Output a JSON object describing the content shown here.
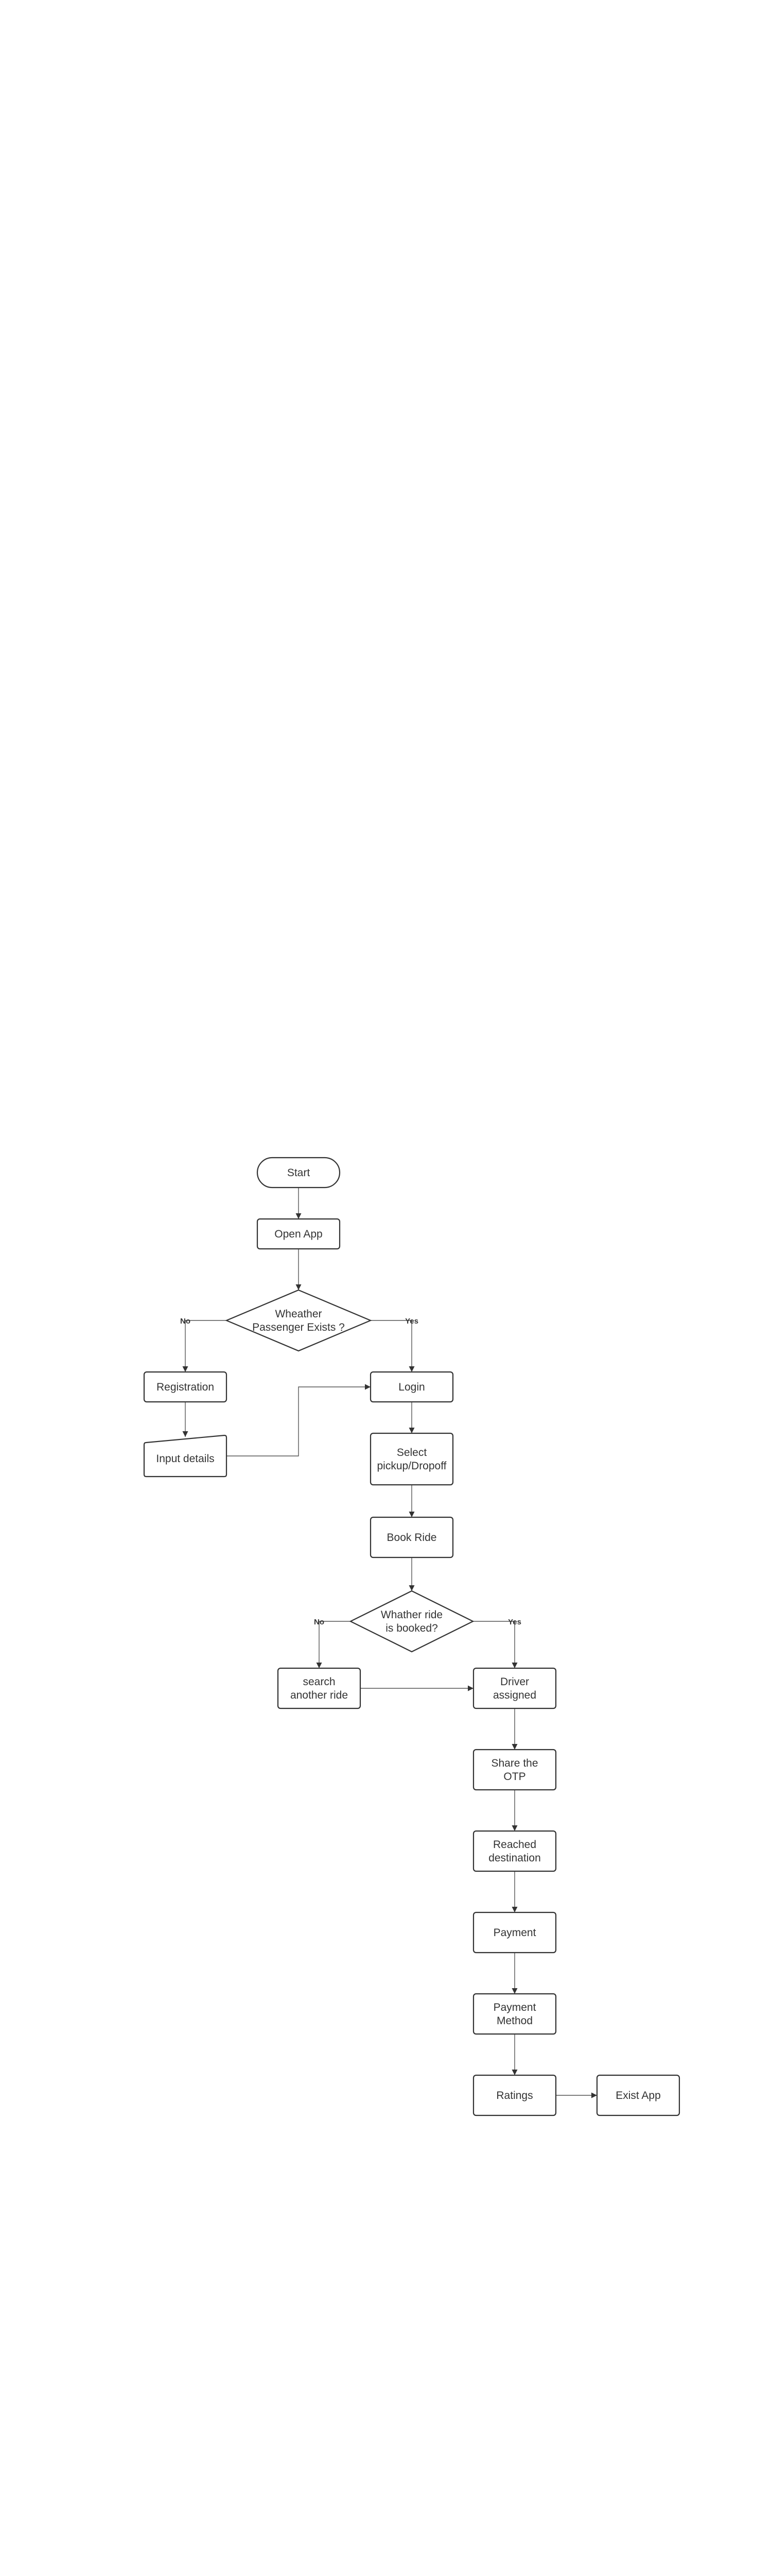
{
  "flowchart": {
    "nodes": [
      {
        "id": "start",
        "label": [
          "Start"
        ],
        "shape": "terminator"
      },
      {
        "id": "open_app",
        "label": [
          "Open App"
        ],
        "shape": "process"
      },
      {
        "id": "passenger_exists",
        "label": [
          "Wheather",
          "Passenger Exists ?"
        ],
        "shape": "decision"
      },
      {
        "id": "registration",
        "label": [
          "Registration"
        ],
        "shape": "process"
      },
      {
        "id": "input_details",
        "label": [
          "Input details"
        ],
        "shape": "manual-input"
      },
      {
        "id": "login",
        "label": [
          "Login"
        ],
        "shape": "process"
      },
      {
        "id": "select_pickup",
        "label": [
          "Select",
          "pickup/Dropoff"
        ],
        "shape": "process"
      },
      {
        "id": "book_ride",
        "label": [
          "Book Ride"
        ],
        "shape": "process"
      },
      {
        "id": "ride_booked",
        "label": [
          "Whather ride",
          "is booked?"
        ],
        "shape": "decision"
      },
      {
        "id": "search_another",
        "label": [
          "search",
          "another ride"
        ],
        "shape": "process"
      },
      {
        "id": "driver_assigned",
        "label": [
          "Driver",
          "assigned"
        ],
        "shape": "process"
      },
      {
        "id": "share_otp",
        "label": [
          "Share the",
          "OTP"
        ],
        "shape": "process"
      },
      {
        "id": "reached_destination",
        "label": [
          "Reached",
          "destination"
        ],
        "shape": "process"
      },
      {
        "id": "payment",
        "label": [
          "Payment"
        ],
        "shape": "process"
      },
      {
        "id": "payment_method",
        "label": [
          "Payment",
          "Method"
        ],
        "shape": "process"
      },
      {
        "id": "ratings",
        "label": [
          "Ratings"
        ],
        "shape": "process"
      },
      {
        "id": "exit_app",
        "label": [
          "Exist App"
        ],
        "shape": "process"
      }
    ],
    "edges": [
      {
        "from": "start",
        "to": "open_app",
        "label": ""
      },
      {
        "from": "open_app",
        "to": "passenger_exists",
        "label": ""
      },
      {
        "from": "passenger_exists",
        "to": "registration",
        "label": "No"
      },
      {
        "from": "passenger_exists",
        "to": "login",
        "label": "Yes"
      },
      {
        "from": "registration",
        "to": "input_details",
        "label": ""
      },
      {
        "from": "input_details",
        "to": "login",
        "label": ""
      },
      {
        "from": "login",
        "to": "select_pickup",
        "label": ""
      },
      {
        "from": "select_pickup",
        "to": "book_ride",
        "label": ""
      },
      {
        "from": "book_ride",
        "to": "ride_booked",
        "label": ""
      },
      {
        "from": "ride_booked",
        "to": "search_another",
        "label": "No"
      },
      {
        "from": "ride_booked",
        "to": "driver_assigned",
        "label": "Yes"
      },
      {
        "from": "search_another",
        "to": "driver_assigned",
        "label": ""
      },
      {
        "from": "driver_assigned",
        "to": "share_otp",
        "label": ""
      },
      {
        "from": "share_otp",
        "to": "reached_destination",
        "label": ""
      },
      {
        "from": "reached_destination",
        "to": "payment",
        "label": ""
      },
      {
        "from": "payment",
        "to": "payment_method",
        "label": ""
      },
      {
        "from": "payment_method",
        "to": "ratings",
        "label": ""
      },
      {
        "from": "ratings",
        "to": "exit_app",
        "label": ""
      }
    ]
  },
  "colors": {
    "stroke": "#333333",
    "edge": "#555555",
    "text": "#333333",
    "fill": "#ffffff",
    "background": "#ffffff"
  }
}
